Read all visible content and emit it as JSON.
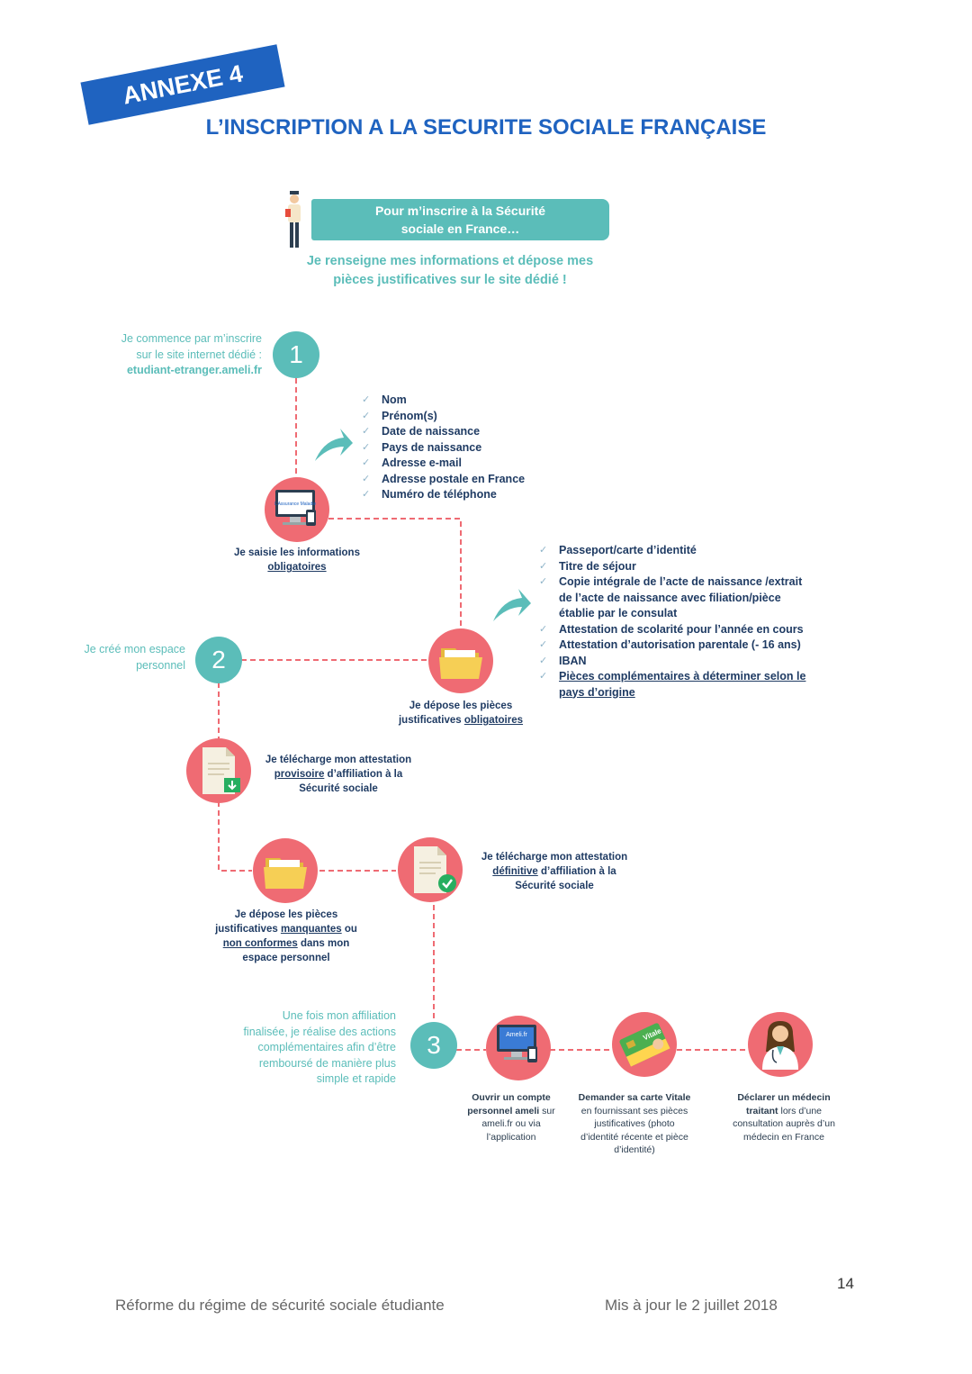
{
  "header": {
    "annexe_label": "ANNEXE 4",
    "title": "L’INSCRIPTION A LA SECURITE SOCIALE FRANÇAISE"
  },
  "intro": {
    "banner_line1": "Pour m’inscrire à la Sécurité",
    "banner_line2": "sociale en France…",
    "sub_line1": "Je renseigne mes informations et dépose mes",
    "sub_line2": "pièces justificatives sur le site dédié !"
  },
  "step1": {
    "number": "1",
    "note_line1": "Je commence par m’inscrire",
    "note_line2": "sur le site internet dédié :",
    "note_line3": "etudiant-etranger.ameli.fr",
    "caption_line1": "Je saisie les informations",
    "caption_line2": "obligatoires",
    "fields": [
      "Nom",
      "Prénom(s)",
      "Date de naissance",
      "Pays de naissance",
      "Adresse e-mail",
      "Adresse postale en France",
      "Numéro de téléphone"
    ]
  },
  "documents": {
    "items": [
      "Passeport/carte d’identité",
      "Titre de séjour",
      "Copie intégrale de l’acte de naissance /extrait",
      "de l’acte de naissance avec filiation/pièce",
      "établie par le consulat",
      "Attestation de scolarité pour l’année en cours",
      "Attestation d’autorisation parentale (- 16 ans)",
      "IBAN",
      "Pièces complémentaires à déterminer selon le",
      "pays d’origine"
    ],
    "caption_line1": "Je dépose les pièces",
    "caption_line2a": "justificatives ",
    "caption_line2b": "obligatoires"
  },
  "step2": {
    "number": "2",
    "note_line1": "Je créé mon espace",
    "note_line2": "personnel"
  },
  "provisional": {
    "line1": "Je télécharge mon attestation",
    "line2a": "provisoire",
    "line2b": " d’affiliation à la",
    "line3": "Sécurité sociale"
  },
  "missing": {
    "line1": "Je dépose les pièces",
    "line2a": "justificatives ",
    "line2b": "manquantes",
    "line2c": " ou",
    "line3a": "non conformes",
    "line3b": " dans mon",
    "line4": "espace personnel"
  },
  "definitive": {
    "line1": "Je télécharge mon attestation",
    "line2a": "définitive",
    "line2b": " d’affiliation à la",
    "line3": "Sécurité sociale"
  },
  "step3": {
    "number": "3",
    "note_line1": "Une fois mon affiliation",
    "note_line2": "finalisée, je réalise des actions",
    "note_line3": "complémentaires afin d’être",
    "note_line4": "remboursé de manière plus",
    "note_line5": "simple et rapide"
  },
  "actions": {
    "ameli": {
      "screen_label": "Ameli.fr",
      "line1": "Ouvrir un compte",
      "line2a": "personnel ameli",
      "line2b": " sur",
      "line3": "ameli.fr ou via",
      "line4": "l’application"
    },
    "vitale": {
      "card_label": "Vitale",
      "line1": "Demander sa carte Vitale",
      "line2": "en fournissant ses pièces",
      "line3": "justificatives (photo",
      "line4": "d’identité récente et pièce",
      "line5": "d’identité)"
    },
    "doctor": {
      "line1": "Déclarer un médecin",
      "line2a": "traitant",
      "line2b": " lors d’une",
      "line3": "consultation auprès d’un",
      "line4": "médecin en France"
    }
  },
  "monitor_label": "L'Assurance Maladie",
  "footer": {
    "page_number": "14",
    "left": "Réforme du régime de sécurité sociale étudiante",
    "right": "Mis à jour le 2 juillet 2018"
  }
}
